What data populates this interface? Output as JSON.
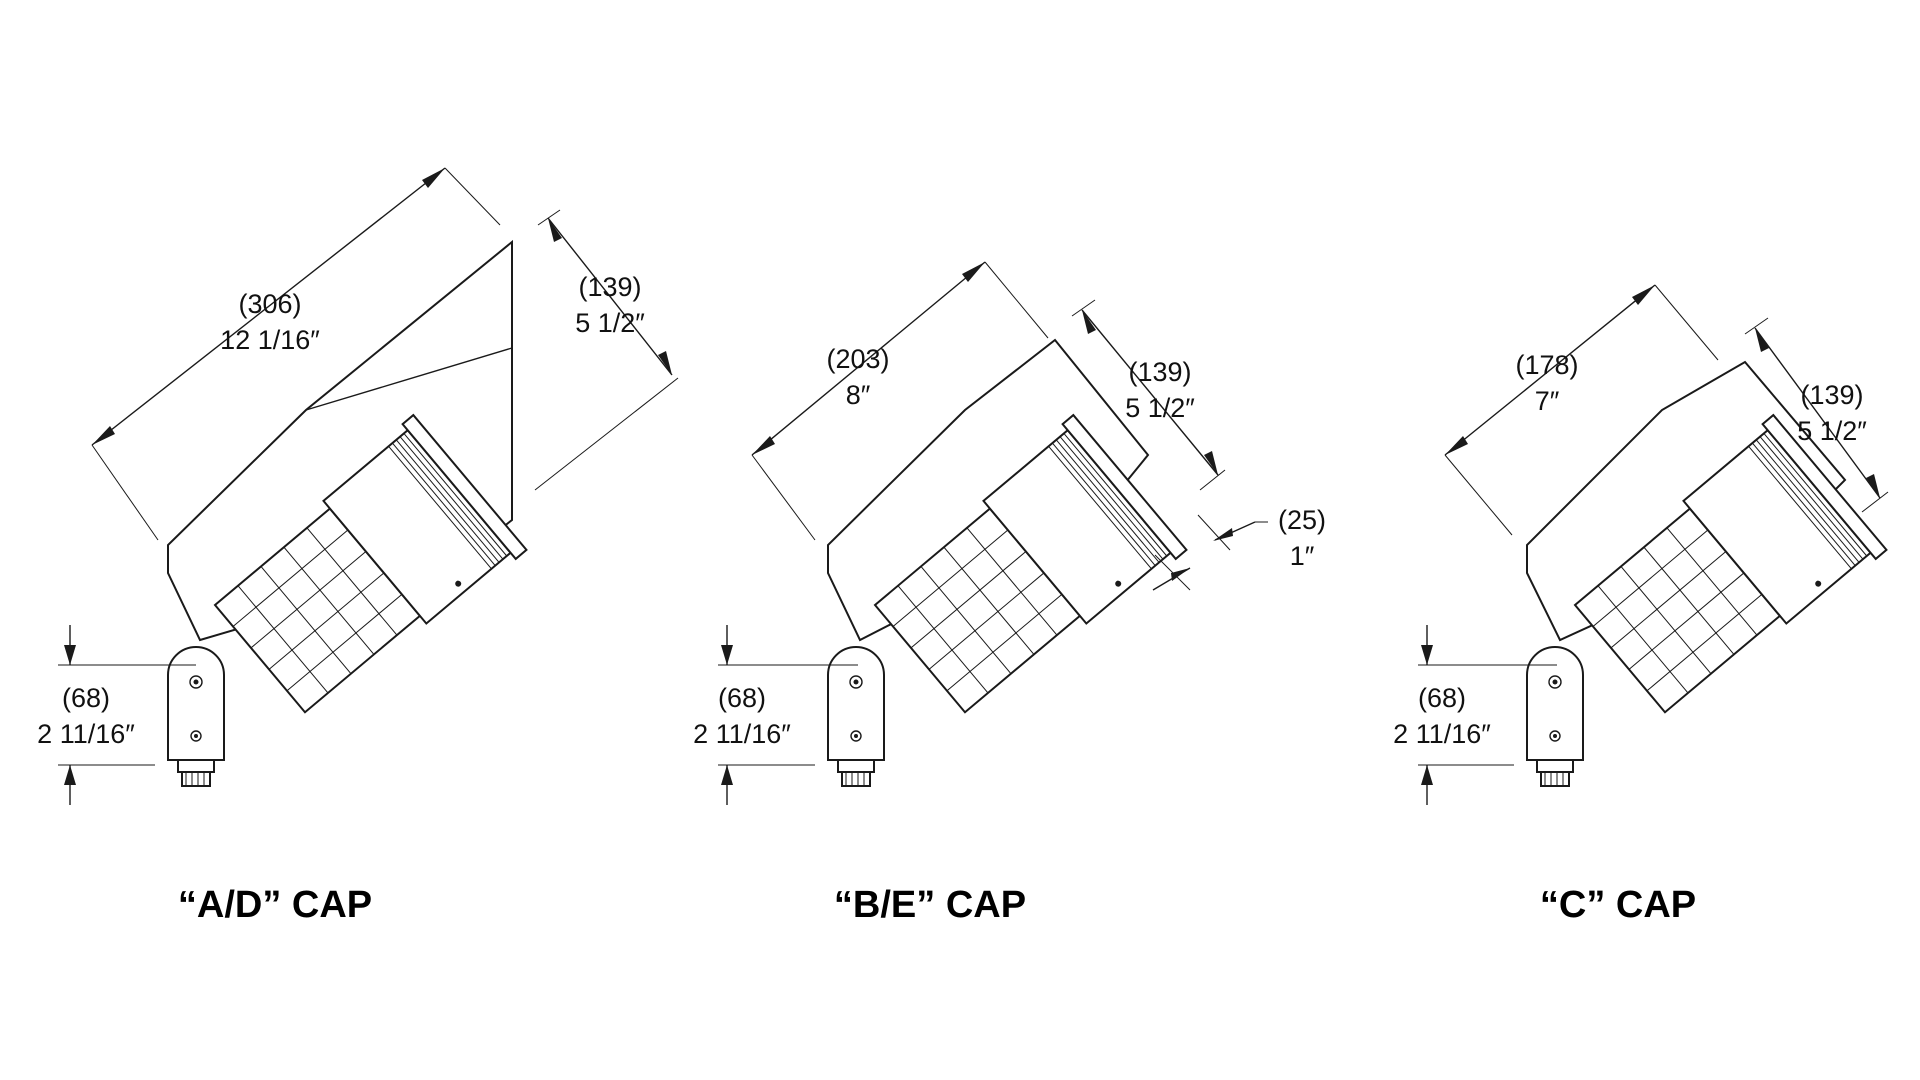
{
  "drawings": [
    {
      "caption": "“A/D” CAP",
      "length_mm": "(306)",
      "length_in": "12 1/16″",
      "depth_mm": "(139)",
      "depth_in": "5 1/2″",
      "mount_mm": "(68)",
      "mount_in": "2 11/16″"
    },
    {
      "caption": "“B/E” CAP",
      "length_mm": "(203)",
      "length_in": "8″",
      "depth_mm": "(139)",
      "depth_in": "5 1/2″",
      "lip_mm": "(25)",
      "lip_in": "1″",
      "mount_mm": "(68)",
      "mount_in": "2 11/16″"
    },
    {
      "caption": "“C” CAP",
      "length_mm": "(178)",
      "length_in": "7″",
      "depth_mm": "(139)",
      "depth_in": "5 1/2″",
      "mount_mm": "(68)",
      "mount_in": "2 11/16″"
    }
  ]
}
